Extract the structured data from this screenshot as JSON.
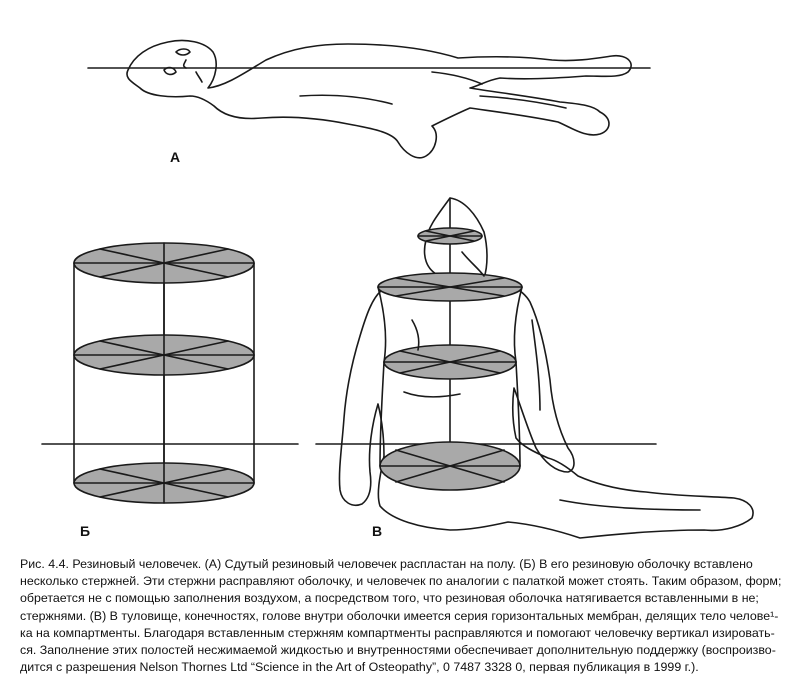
{
  "figure": {
    "label_a": "А",
    "label_b": "Б",
    "label_v": "В",
    "colors": {
      "line": "#1a1a1a",
      "disc": "#a9a9a9"
    }
  },
  "caption": {
    "lines": [
      "Рис. 4.4. Резиновый человечек. (А) Сдутый резиновый человечек распластан на полу. (Б) В его резиновую оболочку вставлено",
      "несколько стержней. Эти стержни расправляют оболочку, и человечек по аналогии с палаткой может стоять. Таким образом, форм;",
      "обретается не с помощью заполнения воздухом, а посредством того, что резиновая оболочка натягивается вставленными в не;",
      "стержнями. (В) В туловище, конечностях, голове внутри оболочки имеется серия горизонтальных мембран, делящих тело челове¹-",
      "ка на компартменты. Благодаря вставленным стержням компартменты расправляются и помогают человечку вертикал изировать-",
      "ся. Заполнение этих полостей несжимаемой жидкостью и внутренностями обеспечивает дополнительную поддержку (воспроизво-",
      "дится с разрешения Nelson Thornes Ltd “Science in the Art of Osteopathy”, 0 7487 3328 0, первая публикация в 1999 г.)."
    ]
  }
}
